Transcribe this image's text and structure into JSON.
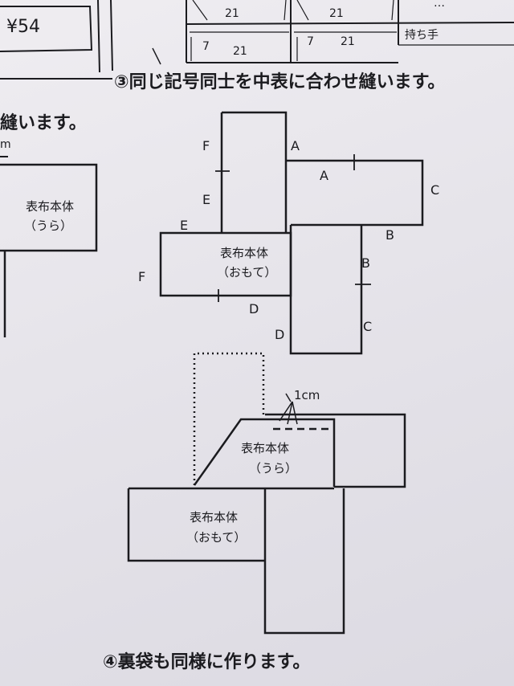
{
  "header": {
    "price": "¥54",
    "table_numbers": [
      "21",
      "21",
      "7",
      "21",
      "7",
      "21"
    ],
    "handle_label": "持ち手"
  },
  "steps": {
    "step3": "③同じ記号同士を中表に合わせ縫います。",
    "step4": "④裏袋も同様に作ります。",
    "prev_step_tail": "縫います。",
    "prev_margin_tail": "m"
  },
  "labels": {
    "outer_body": "表布本体",
    "back_side": "（うら）",
    "front_side": "（おもて）",
    "one_cm": "1cm"
  },
  "letters": {
    "A": "A",
    "B": "B",
    "C": "C",
    "D": "D",
    "E": "E",
    "F": "F"
  }
}
